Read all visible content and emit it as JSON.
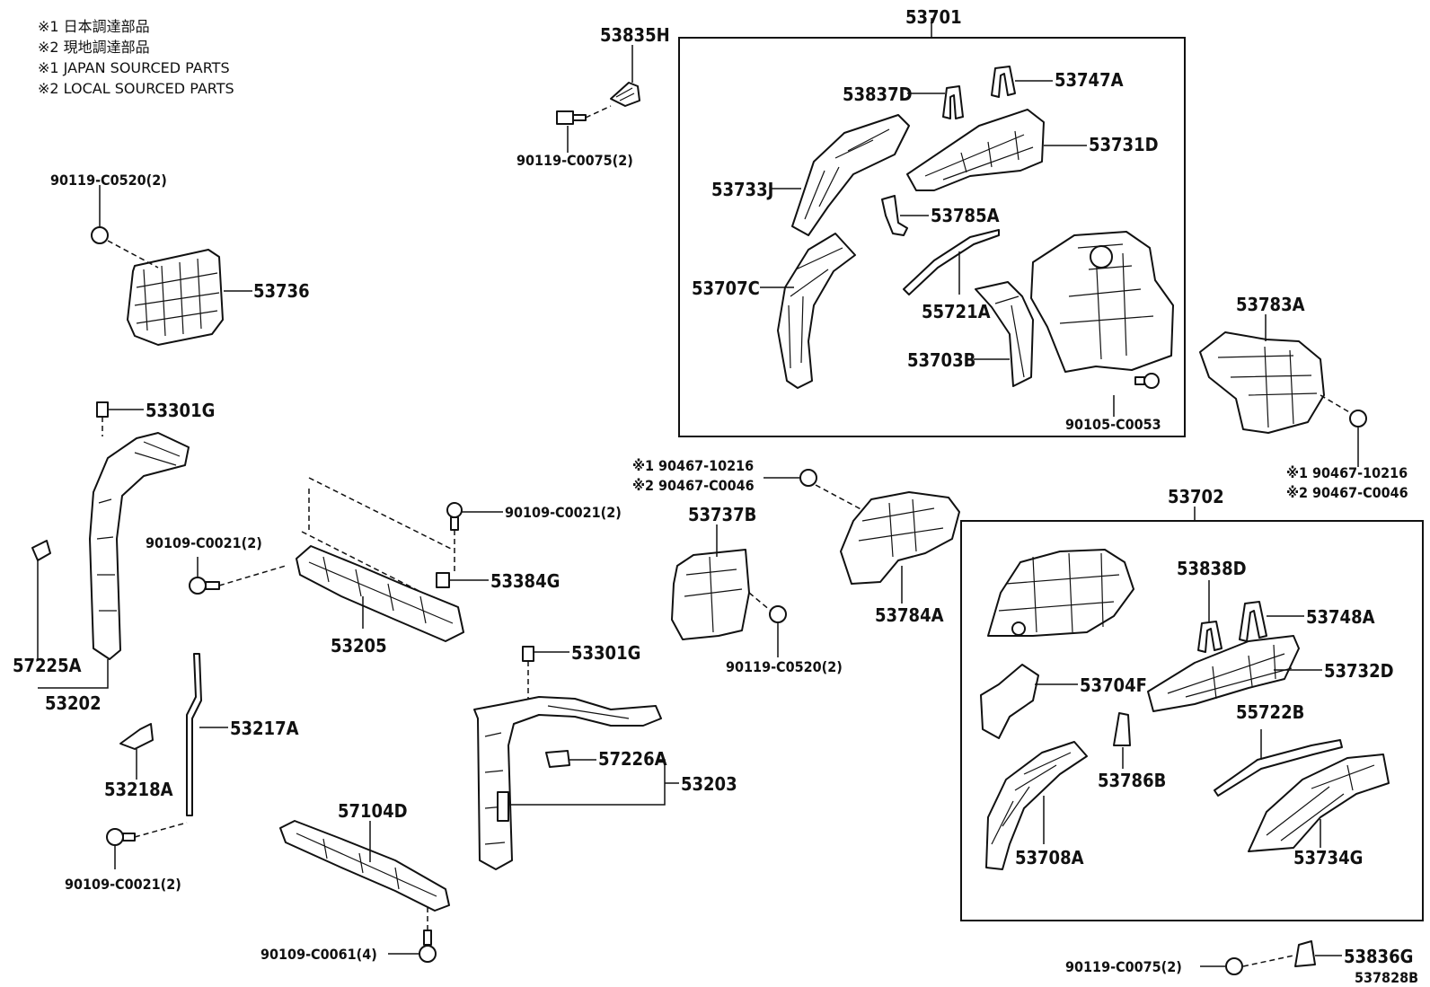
{
  "legend": [
    "※1 日本調達部品",
    "※2 現地調達部品",
    "※1 JAPAN SOURCED PARTS",
    "※2 LOCAL SOURCED PARTS"
  ],
  "figure_code": "537828B",
  "labels": {
    "p53835H": "53835H",
    "p90119_C0075_top": "90119-C0075(2)",
    "p90119_C0520_top": "90119-C0520(2)",
    "p53736": "53736",
    "p53701": "53701",
    "p53837D": "53837D",
    "p53747A": "53747A",
    "p53731D": "53731D",
    "p53733J": "53733J",
    "p53785A": "53785A",
    "p53707C": "53707C",
    "p55721A": "55721A",
    "p53703B": "53703B",
    "p90105_C0053": "90105-C0053",
    "p53783A": "53783A",
    "p90467_10216_r": "※1 90467-10216",
    "p90467_C0046_r": "※2 90467-C0046",
    "p53301G_left": "53301G",
    "p57225A": "57225A",
    "p53202": "53202",
    "p90109_C0021_a": "90109-C0021(2)",
    "p90109_C0021_b": "90109-C0021(2)",
    "p53384G": "53384G",
    "p53205": "53205",
    "p90467_10216_m": "※1 90467-10216",
    "p90467_C0046_m": "※2 90467-C0046",
    "p53737B": "53737B",
    "p53784A": "53784A",
    "p90119_C0520_mid": "90119-C0520(2)",
    "p53217A": "53217A",
    "p53218A": "53218A",
    "p90109_C0021_c": "90109-C0021(2)",
    "p53301G_mid": "53301G",
    "p57226A": "57226A",
    "p53203": "53203",
    "p57104D": "57104D",
    "p90109_C0061": "90109-C0061(4)",
    "p53702": "53702",
    "p53838D": "53838D",
    "p53748A": "53748A",
    "p53704F": "53704F",
    "p53732D": "53732D",
    "p55722B": "55722B",
    "p53786B": "53786B",
    "p53708A": "53708A",
    "p53734G": "53734G",
    "p90119_C0075_bot": "90119-C0075(2)",
    "p53836G": "53836G"
  }
}
